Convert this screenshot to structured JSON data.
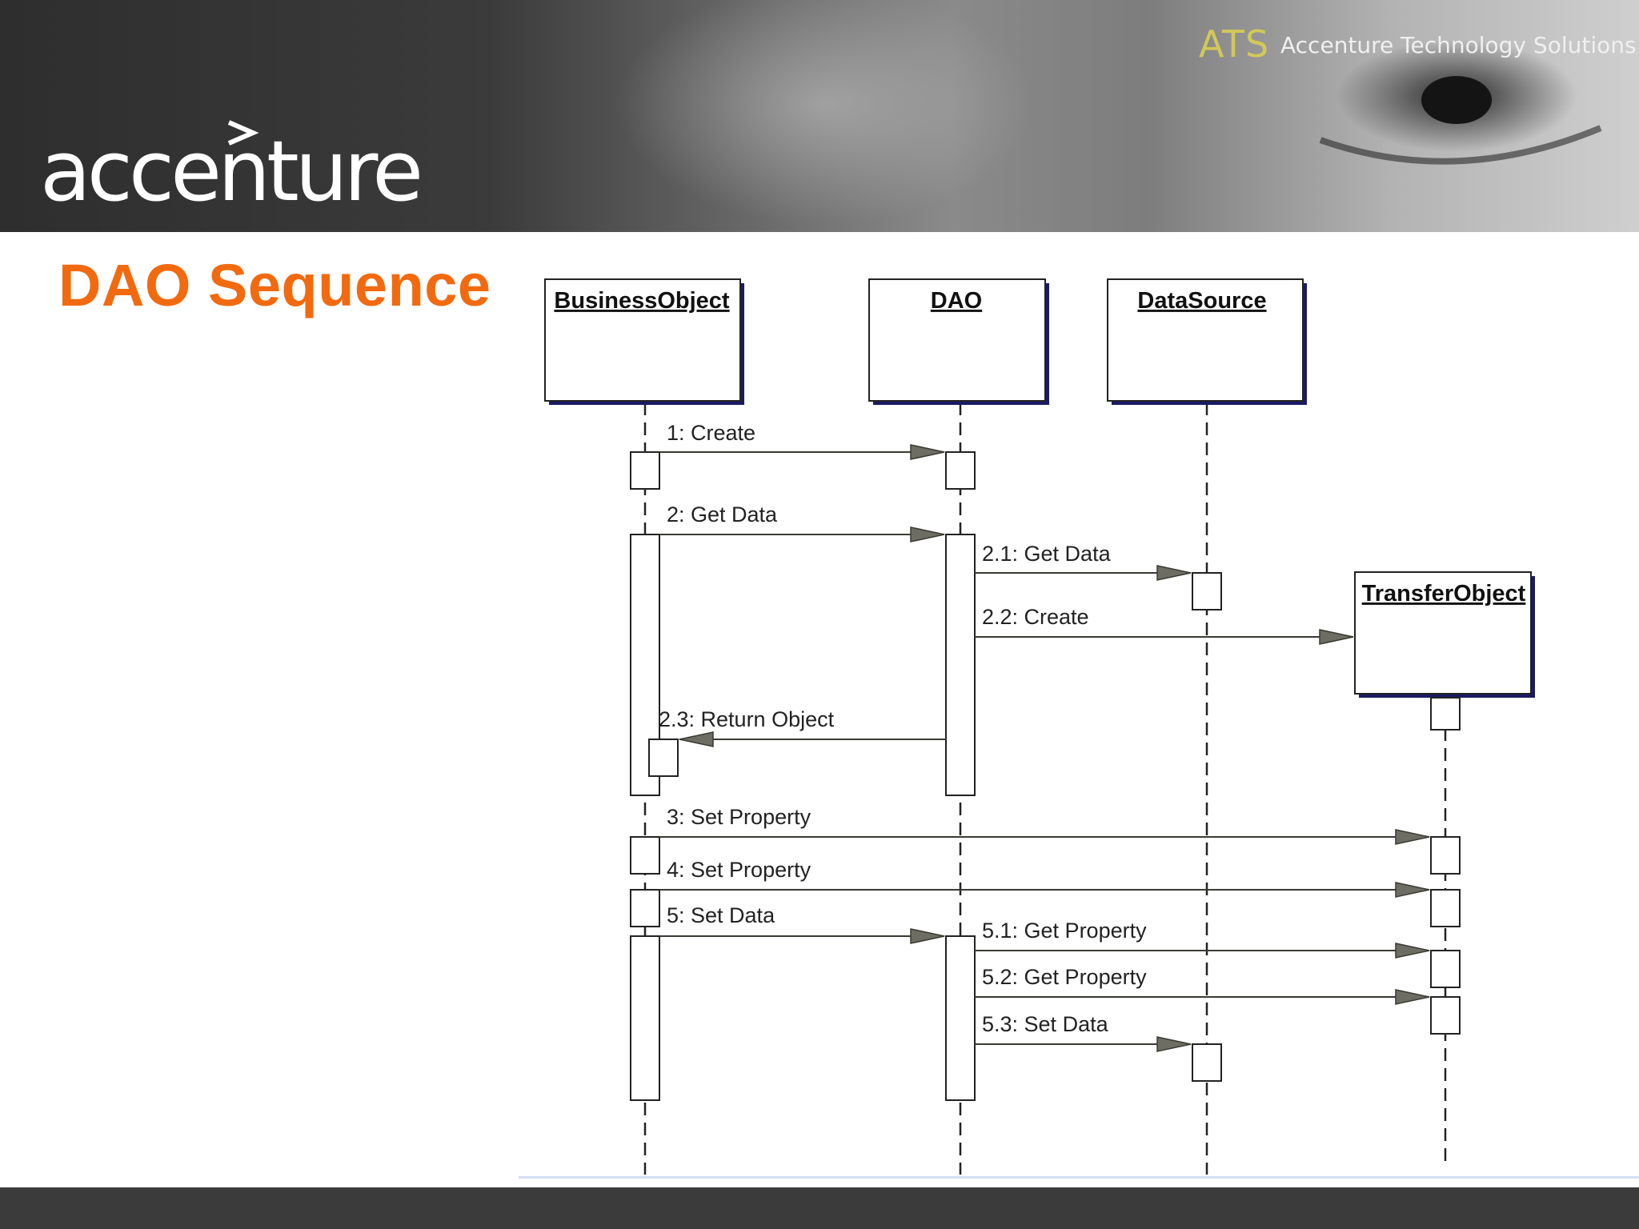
{
  "slide": {
    "title": "DAO Sequence",
    "logo_text": "accenture",
    "ats_mark": "ATS",
    "ats_name": "Accenture Technology Solutions"
  },
  "colors": {
    "title": "#f26a10",
    "header_dark": "#2e2e2e",
    "footer": "#3b3b3b",
    "box_shadow": "#1a1a66",
    "arrow_line": "#3a3a32",
    "arrowhead": "#6d6d64"
  },
  "diagram": {
    "participants": [
      {
        "label": "BusinessObject"
      },
      {
        "label": "DAO"
      },
      {
        "label": "DataSource"
      },
      {
        "label": "TransferObject"
      }
    ],
    "messages": [
      {
        "label": "1: Create",
        "from": 0,
        "to": 1
      },
      {
        "label": "2: Get Data",
        "from": 0,
        "to": 1
      },
      {
        "label": "2.1: Get Data",
        "from": 1,
        "to": 2
      },
      {
        "label": "2.2: Create",
        "from": 1,
        "to": 3
      },
      {
        "label": "2.3: Return Object",
        "from": 1,
        "to": 0
      },
      {
        "label": "3: Set Property",
        "from": 0,
        "to": 3
      },
      {
        "label": "4: Set Property",
        "from": 0,
        "to": 3
      },
      {
        "label": "5: Set Data",
        "from": 0,
        "to": 1
      },
      {
        "label": "5.1: Get Property",
        "from": 1,
        "to": 3
      },
      {
        "label": "5.2: Get Property",
        "from": 1,
        "to": 3
      },
      {
        "label": "5.3: Set Data",
        "from": 1,
        "to": 2
      }
    ]
  }
}
